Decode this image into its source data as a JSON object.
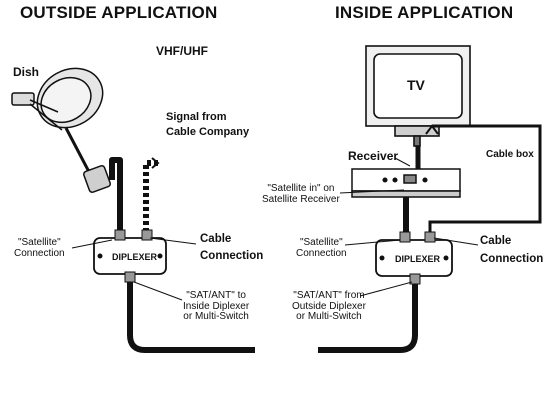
{
  "outside": {
    "title": "OUTSIDE APPLICATION",
    "dish": "Dish",
    "vhf": "VHF/UHF",
    "signal_line1": "Signal from",
    "signal_line2": "Cable Company",
    "satellite_line1": "\"Satellite\"",
    "satellite_line2": "Connection",
    "cable_line1": "Cable",
    "cable_line2": "Connection",
    "diplexer": "DIPLEXER",
    "satant_line1": "\"SAT/ANT\" to",
    "satant_line2": "Inside Diplexer",
    "satant_line3": "or Multi-Switch"
  },
  "inside": {
    "title": "INSIDE APPLICATION",
    "tv": "TV",
    "receiver": "Receiver",
    "cable_box": "Cable box",
    "satin_line1": "\"Satellite in\" on",
    "satin_line2": "Satellite Receiver",
    "satellite_line1": "\"Satellite\"",
    "satellite_line2": "Connection",
    "cable_line1": "Cable",
    "cable_line2": "Connection",
    "diplexer": "DIPLEXER",
    "satant_line1": "\"SAT/ANT\" from",
    "satant_line2": "Outside Diplexer",
    "satant_line3": "or Multi-Switch"
  }
}
